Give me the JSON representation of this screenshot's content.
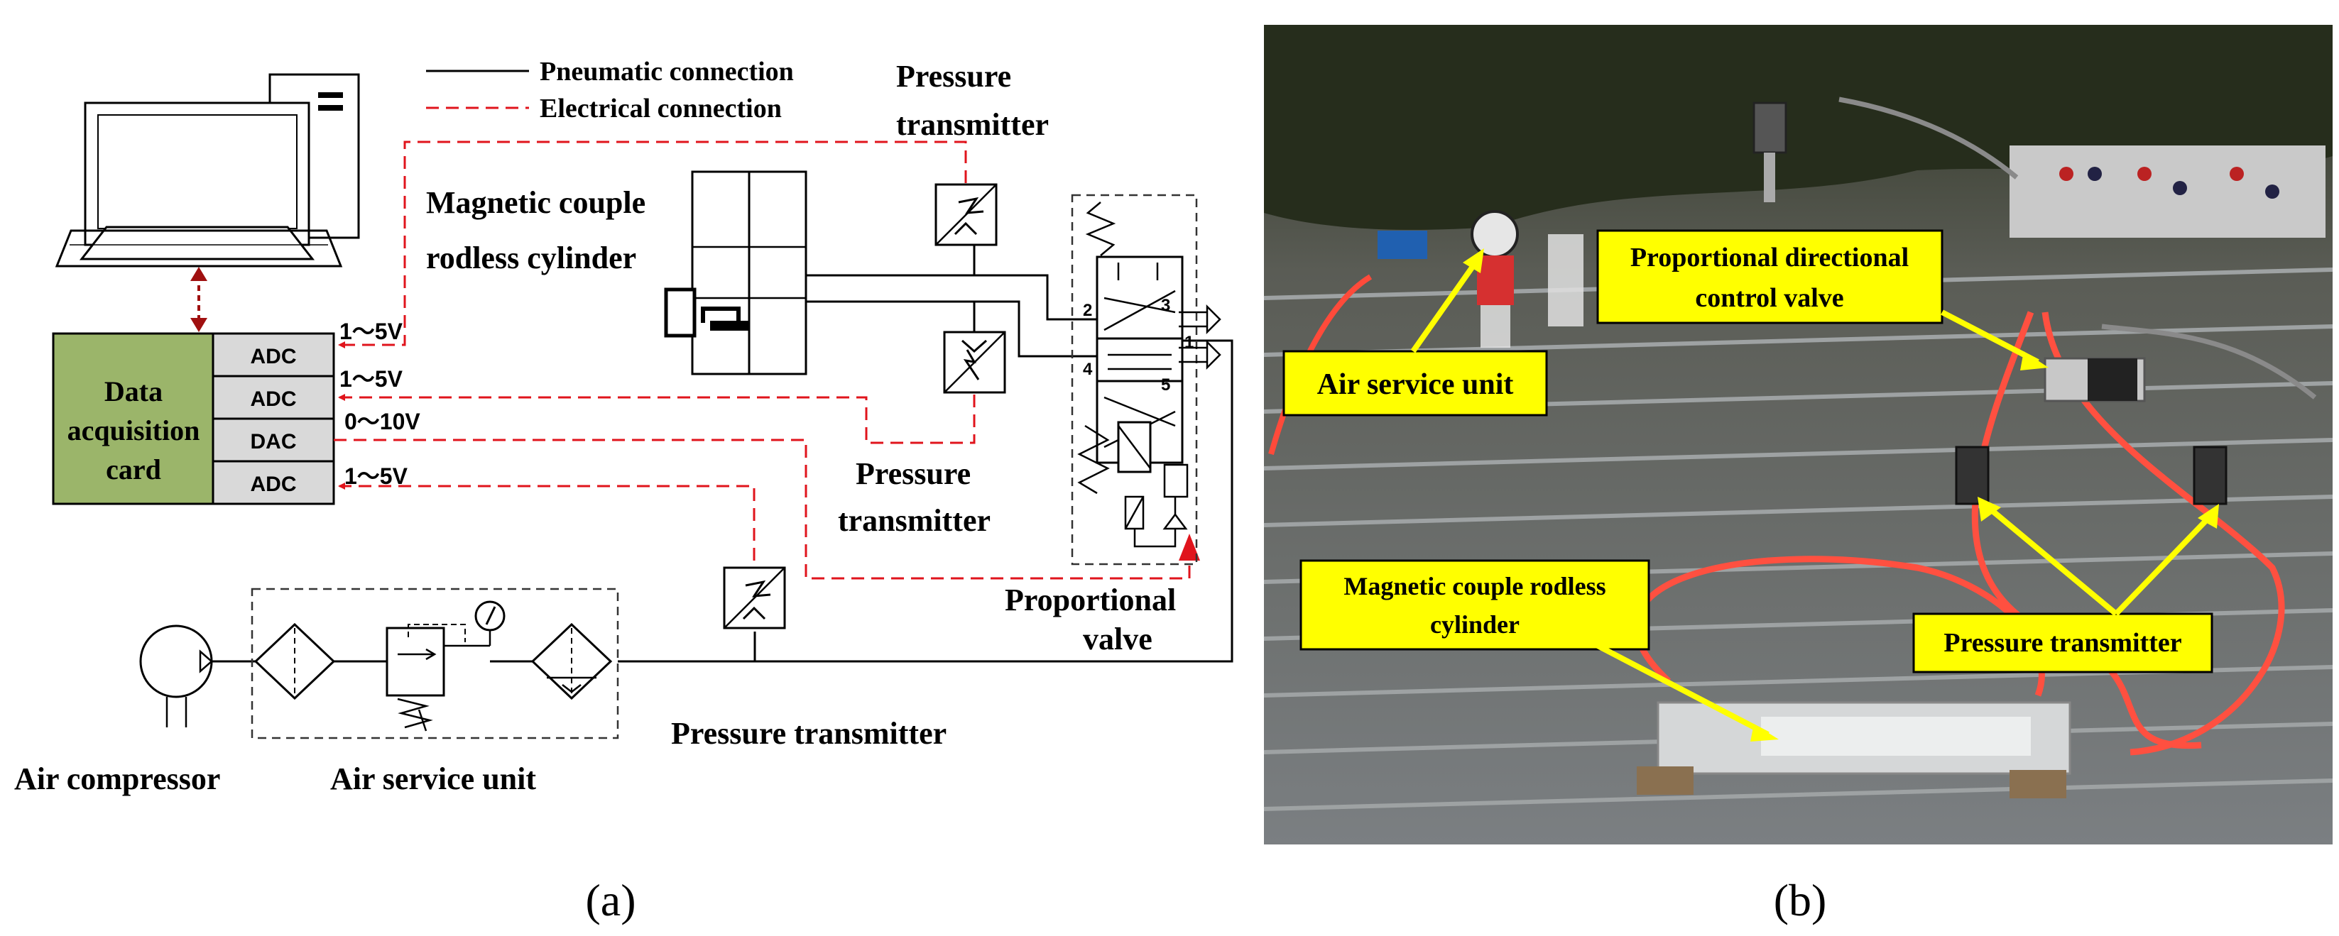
{
  "legend": {
    "pneumatic": "Pneumatic connection",
    "electrical": "Electrical connection"
  },
  "panel_a": {
    "label": "(a)",
    "data_card": {
      "line1": "Data",
      "line2": "acquisition",
      "line3": "card"
    },
    "channels": [
      "ADC",
      "ADC",
      "DAC",
      "ADC"
    ],
    "signal_labels": [
      "1～5V",
      "1～5V",
      "0～10V",
      "1～5V"
    ],
    "pt_top": {
      "line1": "Pressure",
      "line2": "transmitter"
    },
    "pt_mid": {
      "line1": "Pressure",
      "line2": "transmitter"
    },
    "pt_bottom": "Pressure transmitter",
    "cylinder": {
      "line1": "Magnetic couple",
      "line2": "rodless cylinder"
    },
    "valve": {
      "line1": "Proportional",
      "line2": "valve"
    },
    "valve_ports": [
      "2",
      "3",
      "1",
      "4",
      "5"
    ],
    "compressor": "Air compressor",
    "service_unit": "Air service unit"
  },
  "panel_b": {
    "label": "(b)",
    "callouts": {
      "air_service": "Air service unit",
      "valve_line1": "Proportional directional",
      "valve_line2": "control valve",
      "cylinder_line1": "Magnetic couple rodless",
      "cylinder_line2": "cylinder",
      "transmitter": "Pressure transmitter"
    }
  },
  "icons": [
    "computer-icon",
    "pressure-transmitter-icon",
    "compressor-icon",
    "filter-icon",
    "regulator-icon",
    "gauge-icon",
    "lubricator-icon",
    "valve-icon"
  ],
  "colors": {
    "electrical": "#e0141c",
    "card_fill": "#9bb56a",
    "channel_fill": "#d9d9d9",
    "callout_fill": "#ffff00",
    "arrow": "#ffff00"
  }
}
